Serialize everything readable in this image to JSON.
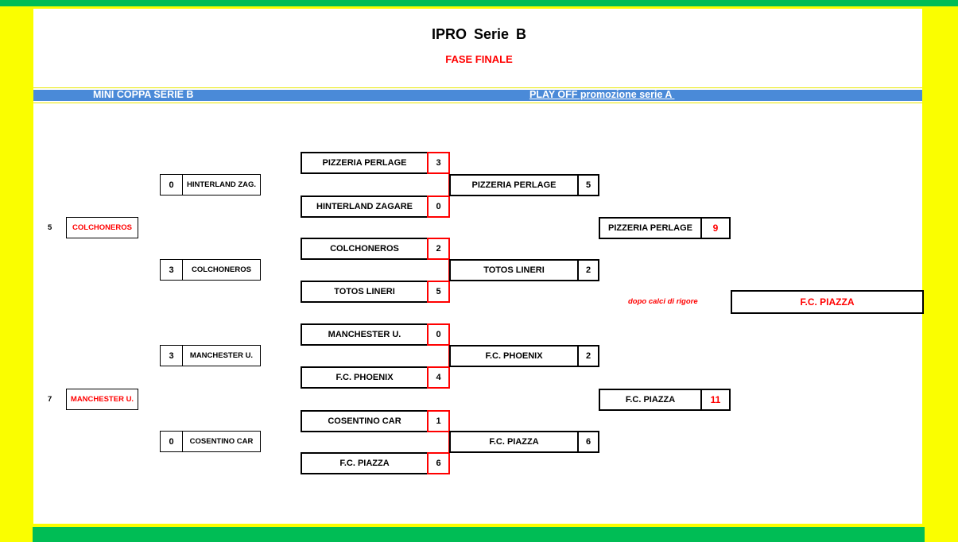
{
  "header": {
    "title": "IPRO  Serie  B",
    "subtitle": "FASE FINALE"
  },
  "sections": {
    "left": "MINI COPPA SERIE B",
    "right": "PLAY OFF promozione serie A "
  },
  "colors": {
    "green": "#00bd55",
    "yellow": "#fafe00",
    "blue": "#4a8ad8",
    "red": "#ff0000"
  },
  "mini_coppa": {
    "semifinals": [
      {
        "score": "0",
        "team": "HINTERLAND ZAG."
      },
      {
        "score": "3",
        "team": "COLCHONEROS"
      },
      {
        "score": "3",
        "team": "MANCHESTER U."
      },
      {
        "score": "0",
        "team": "COSENTINO CAR"
      }
    ],
    "finalists": [
      {
        "score": "5",
        "team": "COLCHONEROS"
      },
      {
        "score": "7",
        "team": "MANCHESTER U."
      }
    ]
  },
  "playoff": {
    "quarterfinals": [
      {
        "team": "PIZZERIA PERLAGE",
        "score": "3"
      },
      {
        "team": "HINTERLAND ZAGARE",
        "score": "0"
      },
      {
        "team": "COLCHONEROS",
        "score": "2"
      },
      {
        "team": "TOTOS LINERI",
        "score": "5"
      },
      {
        "team": "MANCHESTER U.",
        "score": "0"
      },
      {
        "team": "F.C. PHOENIX",
        "score": "4"
      },
      {
        "team": "COSENTINO CAR",
        "score": "1"
      },
      {
        "team": "F.C. PIAZZA",
        "score": "6"
      }
    ],
    "semifinals": [
      {
        "team": "PIZZERIA PERLAGE",
        "score": "5"
      },
      {
        "team": "TOTOS LINERI",
        "score": "2"
      },
      {
        "team": "F.C. PHOENIX",
        "score": "2"
      },
      {
        "team": "F.C. PIAZZA",
        "score": "6"
      }
    ],
    "final": [
      {
        "team": "PIZZERIA PERLAGE",
        "score": "9"
      },
      {
        "team": "F.C. PIAZZA",
        "score": "11"
      }
    ],
    "note": "dopo calci di rigore",
    "winner": "F.C. PIAZZA"
  }
}
